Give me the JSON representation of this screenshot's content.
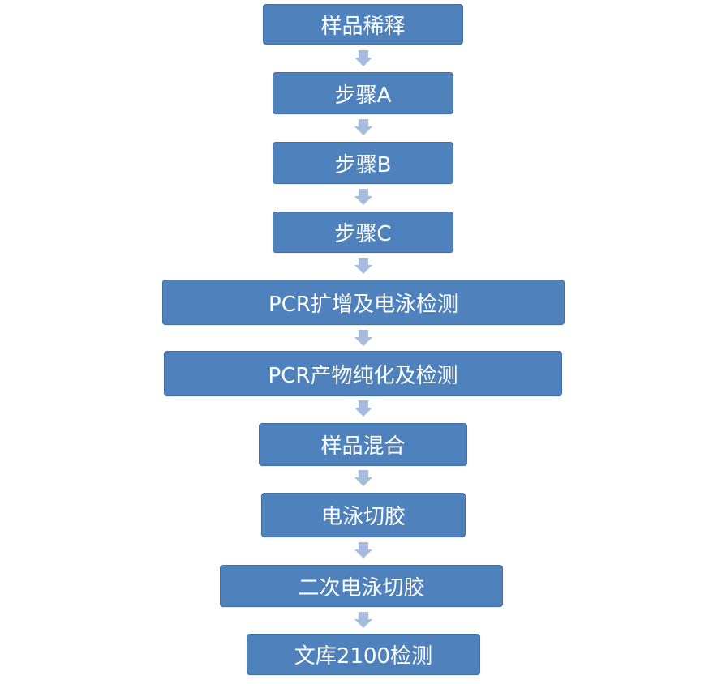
{
  "diagram": {
    "steps": [
      {
        "label": "样品稀释"
      },
      {
        "label": "步骤A"
      },
      {
        "label": "步骤B"
      },
      {
        "label": "步骤C"
      },
      {
        "label": "PCR扩增及电泳检测"
      },
      {
        "label": "PCR产物纯化及检测"
      },
      {
        "label": "样品混合"
      },
      {
        "label": "电泳切胶"
      },
      {
        "label": "二次电泳切胶"
      },
      {
        "label": "文库2100检测"
      }
    ],
    "colors": {
      "box_fill": "#4f81bd",
      "box_text": "#ffffff",
      "arrow_fill": "#a7bbdc"
    }
  }
}
